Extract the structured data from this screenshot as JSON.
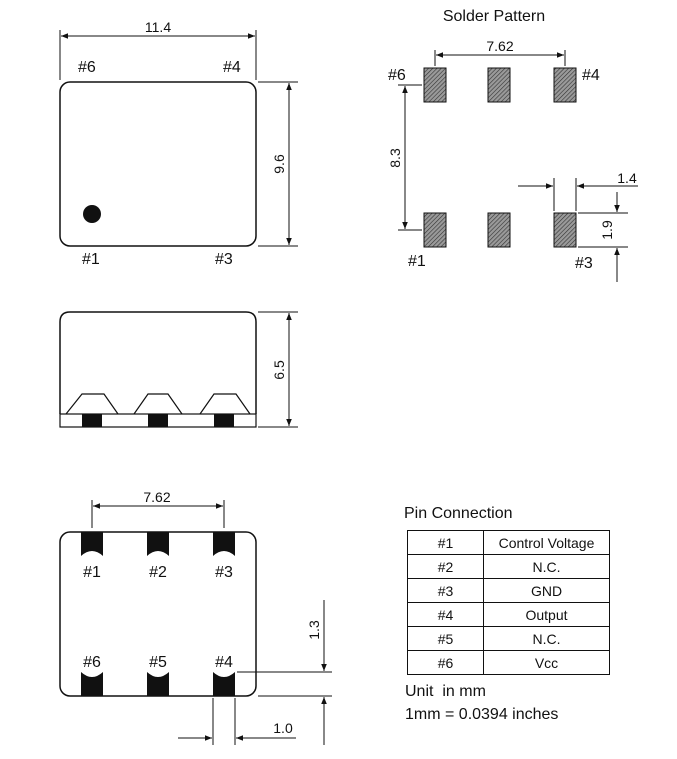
{
  "top_view": {
    "width_dim": "11.4",
    "height_dim": "9.6",
    "pin_tl": "#6",
    "pin_tr": "#4",
    "pin_bl": "#1",
    "pin_br": "#3"
  },
  "side_view": {
    "height_dim": "6.5"
  },
  "solder_pattern": {
    "title": "Solder Pattern",
    "pitch_dim": "7.62",
    "row_gap_dim": "8.3",
    "pad_width_dim": "1.4",
    "pad_height_dim": "1.9",
    "pin_tl": "#6",
    "pin_tr": "#4",
    "pin_bl": "#1",
    "pin_br": "#3"
  },
  "bottom_view": {
    "pitch_dim": "7.62",
    "pad_height_dim": "1.3",
    "pad_width_dim": "1.0",
    "top_pins": [
      "#1",
      "#2",
      "#3"
    ],
    "bottom_pins": [
      "#6",
      "#5",
      "#4"
    ]
  },
  "pin_connection": {
    "title": "Pin Connection",
    "rows": [
      {
        "pin": "#1",
        "function": "Control Voltage"
      },
      {
        "pin": "#2",
        "function": "N.C."
      },
      {
        "pin": "#3",
        "function": "GND"
      },
      {
        "pin": "#4",
        "function": "Output"
      },
      {
        "pin": "#5",
        "function": "N.C."
      },
      {
        "pin": "#6",
        "function": "Vcc"
      }
    ]
  },
  "units": {
    "line1": "Unit  in mm",
    "line2": "1mm = 0.0394 inches"
  }
}
